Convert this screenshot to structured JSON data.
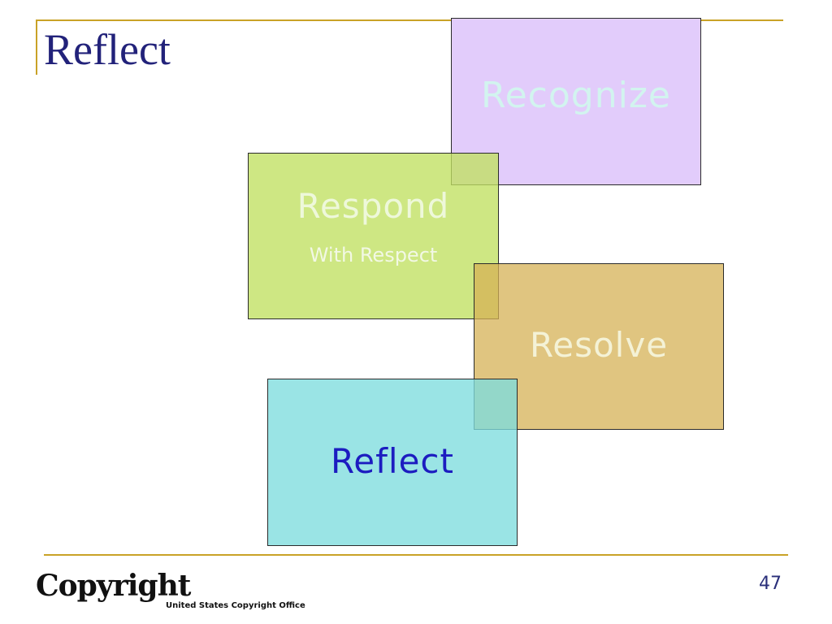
{
  "slide": {
    "title": "Reflect",
    "page_number": "47"
  },
  "boxes": [
    {
      "id": "recognize",
      "label": "Recognize",
      "color": "#e2ccfb"
    },
    {
      "id": "respond",
      "label": "Respond",
      "sub_label": "With Respect",
      "color": "#c0e060"
    },
    {
      "id": "resolve",
      "label": "Resolve",
      "color": "#d6b256"
    },
    {
      "id": "reflect",
      "label": "Reflect",
      "color": "#7ddcde",
      "text_color": "#1c1cc0"
    }
  ],
  "footer": {
    "logo_word": "Copyright",
    "logo_subtitle": "United States Copyright Office"
  },
  "colors": {
    "accent_rule": "#c9a227",
    "title": "#22227a"
  }
}
